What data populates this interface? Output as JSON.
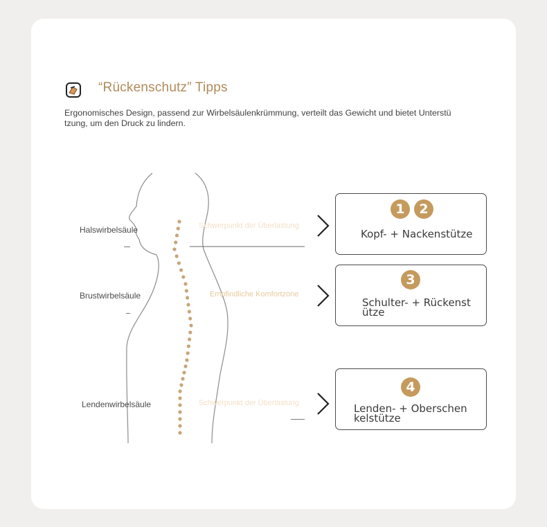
{
  "header": {
    "title": "“Rückenschutz” Tipps",
    "description": "Ergonomisches Design, passend zur Wirbelsäulenkrümmung, verteilt das Gewicht und bietet Unterstützung, um den Druck zu lindern."
  },
  "spine_labels": [
    {
      "text": "Halswirbelsäule"
    },
    {
      "text": "Brustwirbelsäule"
    },
    {
      "text": "Lendenwirbelsäule"
    }
  ],
  "callouts": [
    {
      "text": "Schwerpunkt der Überlastung",
      "color": "#f6dfc6"
    },
    {
      "text": "Empfindliche Komfortzone",
      "color": "#e9c99f"
    },
    {
      "text": "Schwerpunkt der Überlastung",
      "color": "#f6dfc6"
    }
  ],
  "support_boxes": [
    {
      "badges": [
        "1",
        "2"
      ],
      "label": "Kopf- + Nackenstütze"
    },
    {
      "badges": [
        "3"
      ],
      "label": "Schulter- + Rückenstütze"
    },
    {
      "badges": [
        "4"
      ],
      "label": "Lenden- + Oberschenkelstütze"
    }
  ],
  "colors": {
    "accent": "#c59a5d",
    "title": "#b08a5a",
    "outline": "#4a4a4a"
  },
  "icons": {
    "title": "brochure-icon",
    "arrow": "chevron-right-icon"
  }
}
